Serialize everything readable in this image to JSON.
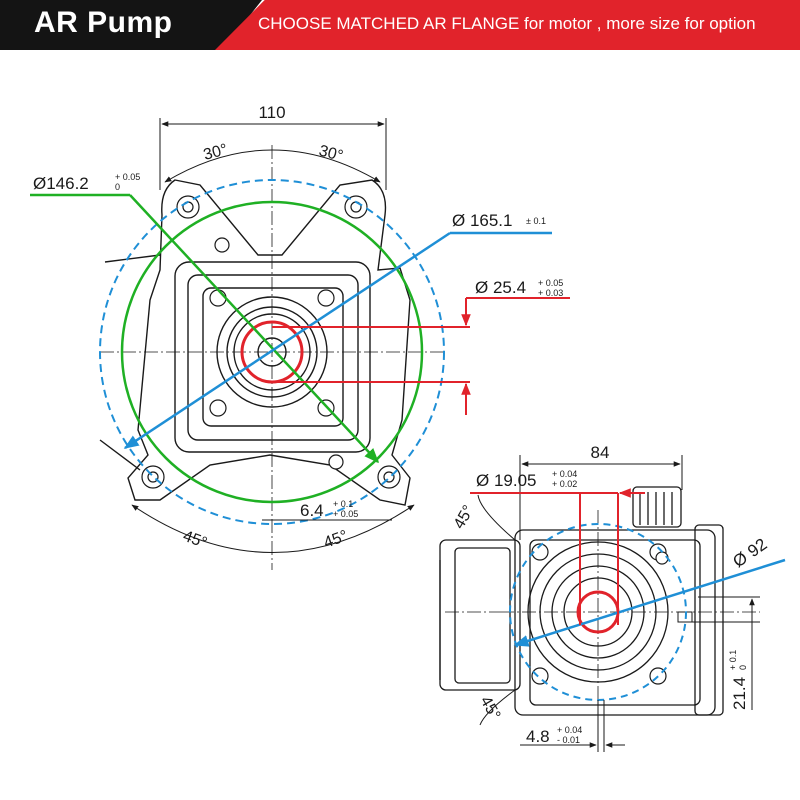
{
  "banner": {
    "title": "AR Pump",
    "subtitle": "CHOOSE MATCHED AR FLANGE for motor , more size for option"
  },
  "colors": {
    "banner_dark": "#141414",
    "banner_red": "#e1232b",
    "green": "#1fb024",
    "blue": "#1f8fd6",
    "red": "#e1232b",
    "line": "#1a1a1a"
  },
  "front_view": {
    "width_dim": "110",
    "angle_left_top": "30°",
    "angle_right_top": "30°",
    "angle_left_bottom": "45°",
    "angle_right_bottom": "45°",
    "green_dia": {
      "value": "Ø146.2",
      "tol_upper": "+ 0.05",
      "tol_lower": "0"
    },
    "blue_dia": {
      "value": "Ø 165.1",
      "tol": "± 0.1"
    },
    "red_dia": {
      "value": "Ø 25.4",
      "tol_upper": "+ 0.05",
      "tol_lower": "+ 0.03"
    },
    "pilot_depth": {
      "value": "6.4",
      "tol_upper": "+ 0.1",
      "tol_lower": "+ 0.05"
    }
  },
  "side_view": {
    "width_dim": "84",
    "angle_top": "45°",
    "angle_bottom": "45°",
    "blue_dia": "Ø 92",
    "red_dia": {
      "value": "Ø 19.05",
      "tol_upper": "+ 0.04",
      "tol_lower": "+ 0.02"
    },
    "key_width": {
      "value": "4.8",
      "tol_upper": "+ 0.04",
      "tol_lower": "- 0.01"
    },
    "key_height": {
      "value": "21.4",
      "tol_upper": "+ 0.1",
      "tol_lower": "0"
    }
  }
}
